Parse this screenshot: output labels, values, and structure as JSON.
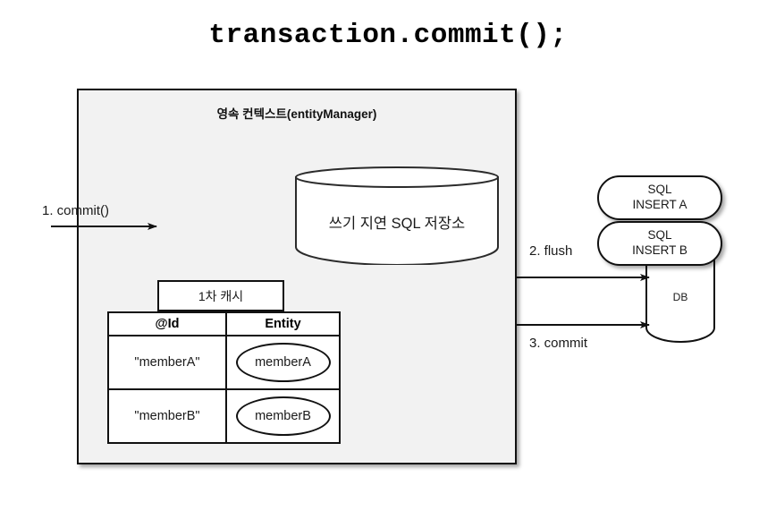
{
  "title": "transaction.commit();",
  "persistence_context": {
    "heading": "영속 컨텍스트(entityManager)",
    "sql_store": {
      "label": "쓰기 지연 SQL 저장소",
      "shape": "cylinder"
    },
    "cache": {
      "caption": "1차 캐시",
      "columns": [
        "@Id",
        "Entity"
      ],
      "rows": [
        {
          "id": "\"memberA\"",
          "entity": "memberA"
        },
        {
          "id": "\"memberB\"",
          "entity": "memberB"
        }
      ]
    }
  },
  "database": {
    "label": "DB",
    "shape": "cylinder",
    "sql_statements": [
      {
        "line1": "SQL",
        "line2": "INSERT A"
      },
      {
        "line1": "SQL",
        "line2": "INSERT B"
      }
    ]
  },
  "arrows": [
    {
      "label": "1. commit()",
      "direction": "right"
    },
    {
      "label": "2. flush",
      "direction": "right"
    },
    {
      "label": "3. commit",
      "direction": "right"
    }
  ],
  "colors": {
    "context_fill": "#f2f2f2",
    "stroke": "#111111",
    "shape_fill": "#ffffff",
    "page_background": "#ffffff",
    "text": "#1a1a1a"
  }
}
